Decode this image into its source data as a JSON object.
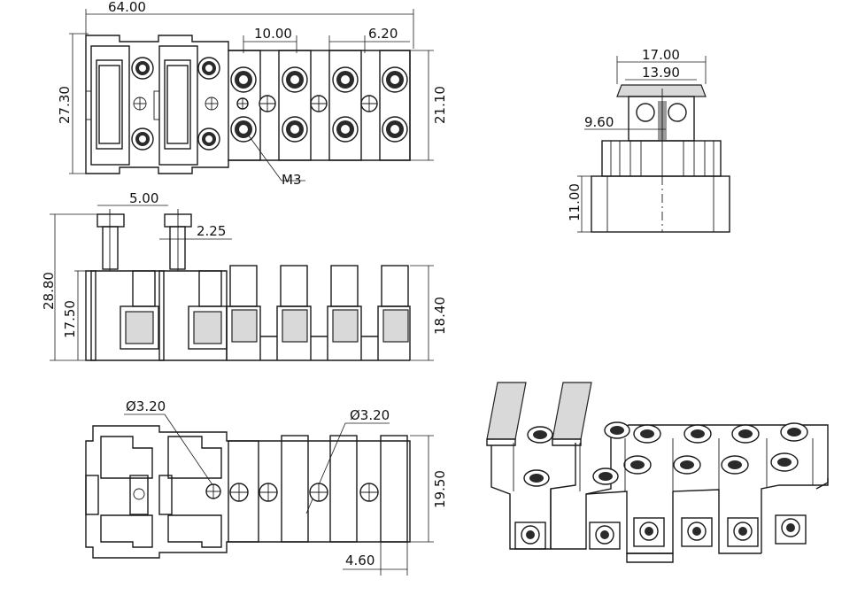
{
  "drawing": {
    "dimensions": {
      "overall_length": "64.00",
      "pitch": "10.00",
      "contact_width": "6.20",
      "overall_depth": "27.30",
      "body_depth": "21.10",
      "screw_label": "M3",
      "top_width": "17.00",
      "inner_width": "13.90",
      "screw_height": "9.60",
      "base_height": "11.00",
      "clamp_width": "5.00",
      "clamp_offset": "2.25",
      "total_height": "28.80",
      "body_height": "17.50",
      "right_height": "18.40",
      "hole_dia_left": "Ø3.20",
      "hole_dia_right": "Ø3.20",
      "bottom_depth": "19.50",
      "slot_width": "4.60"
    }
  }
}
